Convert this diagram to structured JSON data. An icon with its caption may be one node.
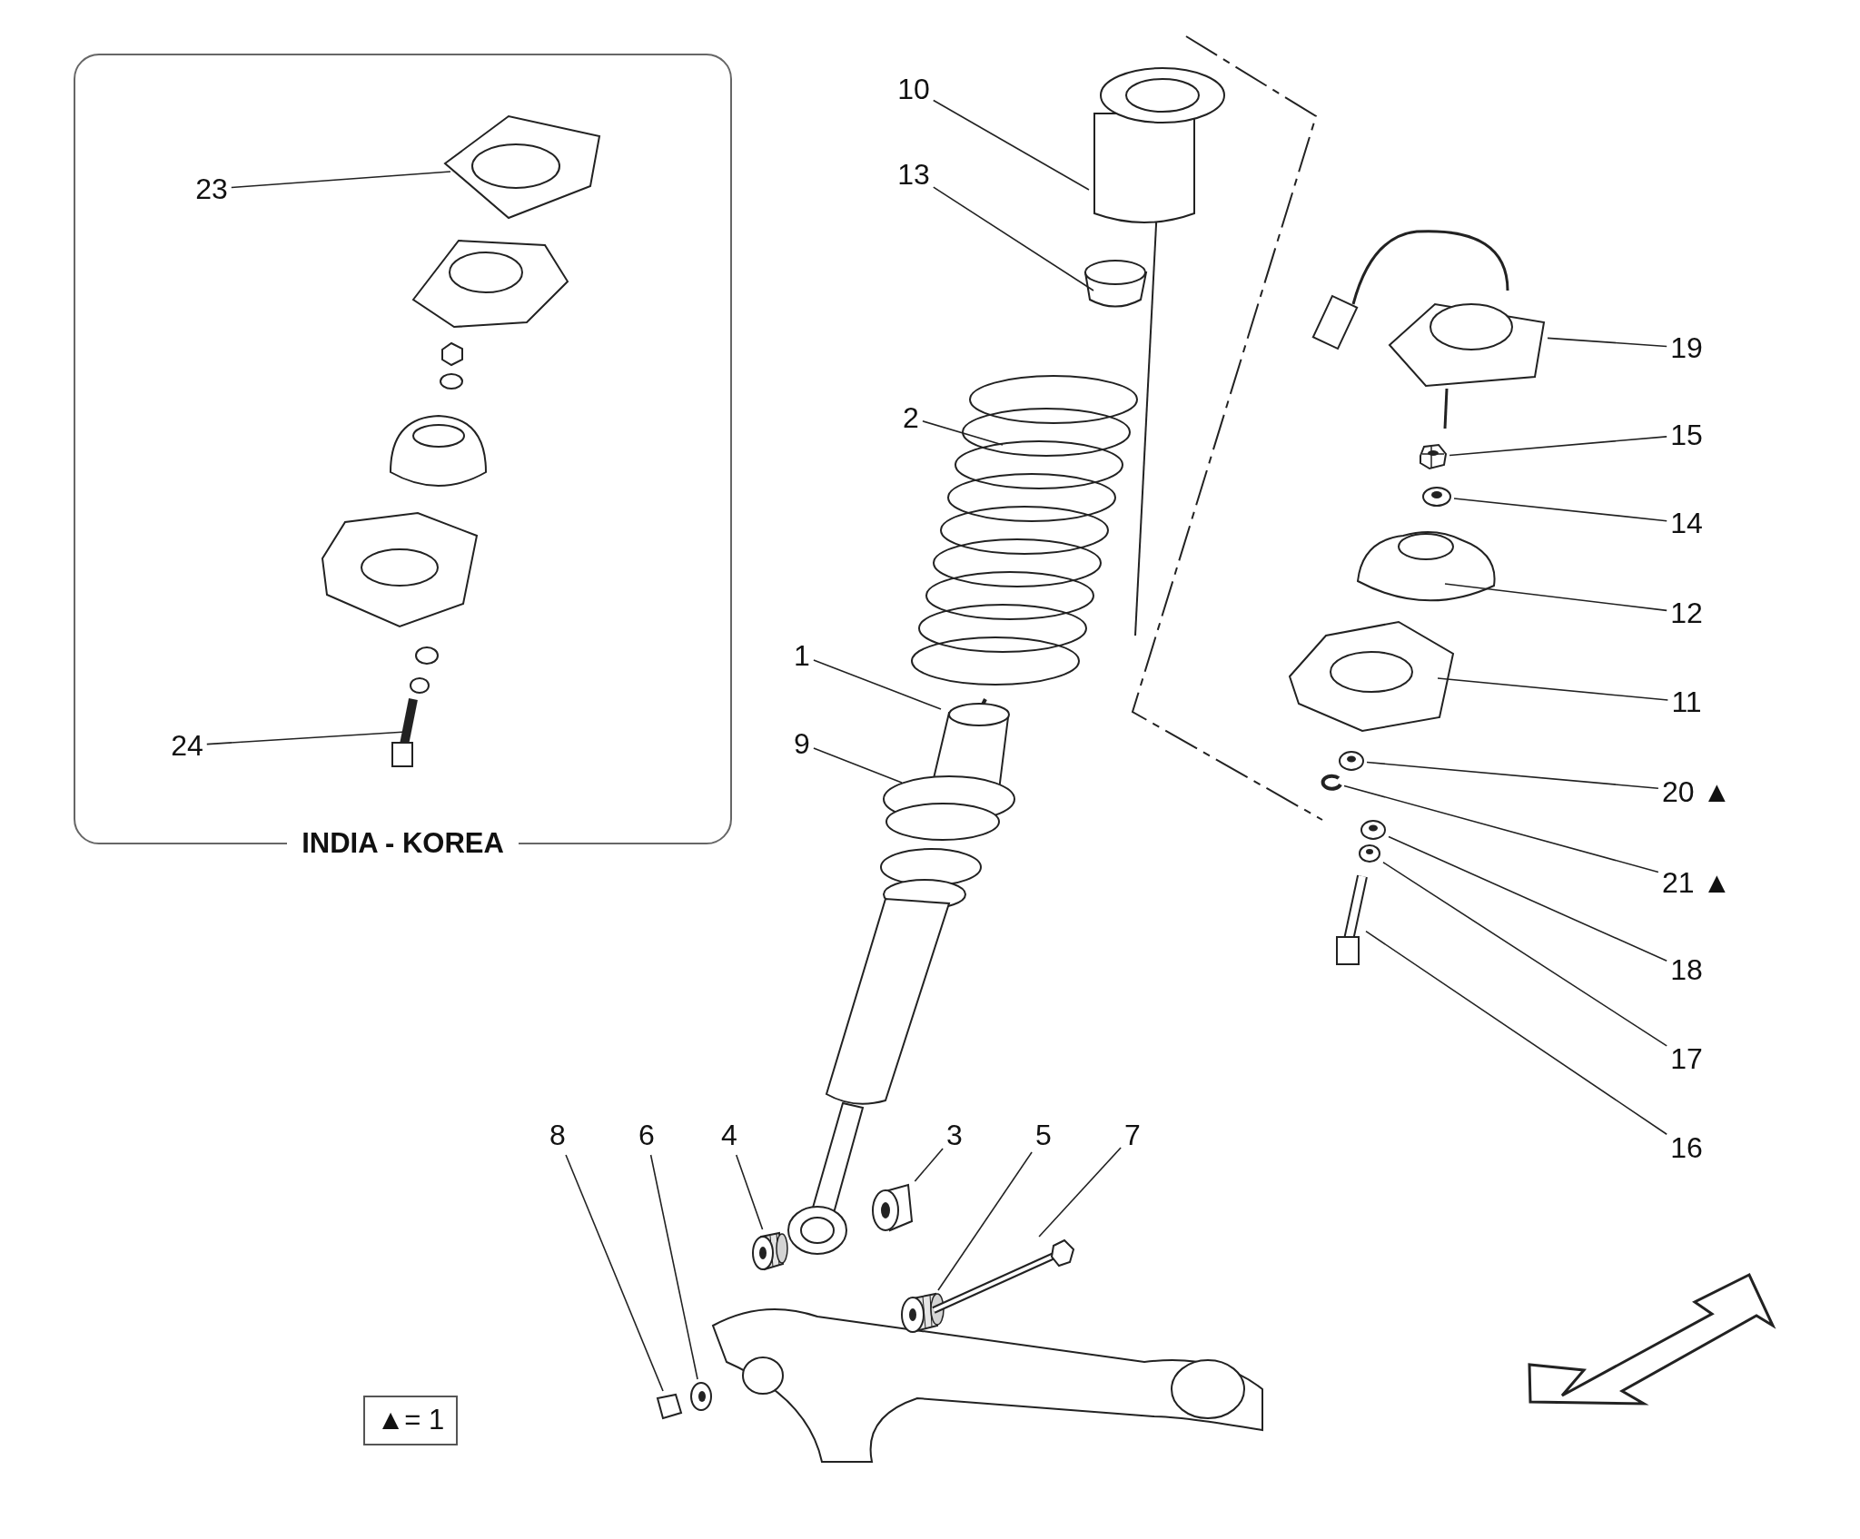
{
  "diagram": {
    "nodes": [
      {
        "text": [
          "INDIA - KOREA"
        ]
      },
      {
        "text": [
          "23"
        ],
        "in": 0
      },
      {
        "text": [
          "24"
        ],
        "in": 0
      },
      {
        "text": [
          "10"
        ]
      },
      {
        "text": [
          "13"
        ]
      },
      {
        "text": [
          "2"
        ]
      },
      {
        "text": [
          "1"
        ]
      },
      {
        "text": [
          "9"
        ]
      },
      {
        "text": [
          "19"
        ]
      },
      {
        "text": [
          "15"
        ]
      },
      {
        "text": [
          "14"
        ]
      },
      {
        "text": [
          "12"
        ]
      },
      {
        "text": [
          "11"
        ]
      },
      {
        "text": [
          "20 ▲"
        ]
      },
      {
        "text": [
          "21 ▲"
        ]
      },
      {
        "text": [
          "18"
        ]
      },
      {
        "text": [
          "17"
        ]
      },
      {
        "text": [
          "16"
        ]
      },
      {
        "text": [
          "8"
        ]
      },
      {
        "text": [
          "6"
        ]
      },
      {
        "text": [
          "4"
        ]
      },
      {
        "text": [
          "3"
        ]
      },
      {
        "text": [
          "5"
        ]
      },
      {
        "text": [
          "7"
        ]
      },
      {
        "text": [
          "▲= 1"
        ]
      },
      {
        "text": [],
        "shape": "picture"
      },
      {
        "text": [],
        "shape": "picture"
      },
      {
        "text": [],
        "shape": "picture"
      },
      {
        "text": [],
        "shape": "picture"
      },
      {
        "text": [],
        "shape": "picture"
      },
      {
        "text": [],
        "shape": "picture"
      },
      {
        "text": [],
        "shape": "picture"
      },
      {
        "text": [],
        "shape": "picture"
      },
      {
        "text": [],
        "shape": "picture"
      },
      {
        "text": [],
        "shape": "picture"
      },
      {
        "text": [],
        "shape": "picture"
      },
      {
        "text": [],
        "shape": "picture"
      },
      {
        "text": [],
        "shape": "picture"
      },
      {
        "text": [],
        "shape": "picture"
      }
    ],
    "edges": [
      {
        "from": 1,
        "to": null,
        "arrow": "none"
      },
      {
        "from": 2,
        "to": null,
        "arrow": "none"
      },
      {
        "from": 3,
        "to": null,
        "arrow": "none"
      },
      {
        "from": 4,
        "to": null,
        "arrow": "none"
      },
      {
        "from": 5,
        "to": null,
        "arrow": "none"
      },
      {
        "from": 6,
        "to": null,
        "arrow": "none"
      },
      {
        "from": 7,
        "to": null,
        "arrow": "none"
      },
      {
        "from": 8,
        "to": 25,
        "arrow": "none"
      },
      {
        "from": 9,
        "to": 26,
        "arrow": "none"
      },
      {
        "from": 10,
        "to": 27,
        "arrow": "none"
      },
      {
        "from": 11,
        "to": null,
        "arrow": "none"
      },
      {
        "from": 12,
        "to": null,
        "arrow": "none"
      },
      {
        "from": 13,
        "to": 28,
        "arrow": "none"
      },
      {
        "from": 14,
        "to": 29,
        "arrow": "none"
      },
      {
        "from": 15,
        "to": 30,
        "arrow": "none"
      },
      {
        "from": 16,
        "to": 31,
        "arrow": "none"
      },
      {
        "from": 17,
        "to": 38,
        "arrow": "none"
      },
      {
        "from": 18,
        "to": 32,
        "arrow": "none"
      },
      {
        "from": 19,
        "to": 33,
        "arrow": "none"
      },
      {
        "from": 20,
        "to": 34,
        "arrow": "none"
      },
      {
        "from": 21,
        "to": 35,
        "arrow": "none"
      },
      {
        "from": 22,
        "to": 36,
        "arrow": "none"
      },
      {
        "from": 23,
        "to": 37,
        "arrow": "none"
      }
    ]
  }
}
